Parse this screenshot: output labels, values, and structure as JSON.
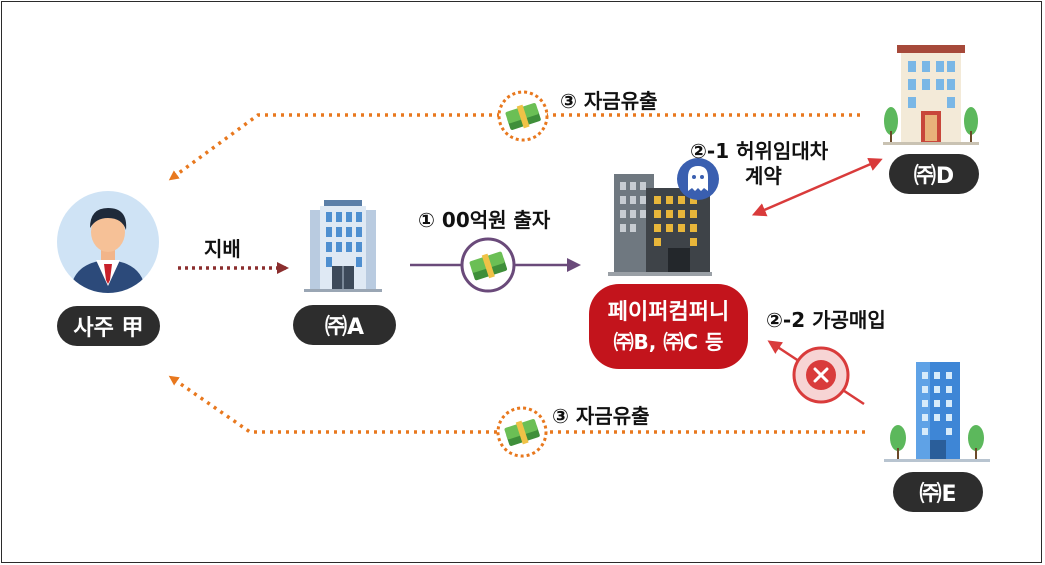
{
  "nodes": {
    "owner": {
      "label": "사주 甲"
    },
    "company_a": {
      "label": "㈜A"
    },
    "paper_company": {
      "line1": "페이퍼컴퍼니",
      "line2": "㈜B, ㈜C 등"
    },
    "company_d": {
      "label": "㈜D"
    },
    "company_e": {
      "label": "㈜E"
    }
  },
  "edges": {
    "control": {
      "label": "지배"
    },
    "investment": {
      "label": "① 00억원 출자"
    },
    "fake_lease": {
      "line1": "②-1 허위임대차",
      "line2": "계약"
    },
    "fake_purchase": {
      "label": "②-2 가공매입"
    },
    "outflow_top": {
      "label": "③ 자금유출"
    },
    "outflow_bottom": {
      "label": "③ 자금유출"
    }
  },
  "colors": {
    "pill_dark": "#2d2d2d",
    "paper_red": "#c3141c",
    "outflow_orange": "#e8781e",
    "control_maroon": "#8b2e2e",
    "investment_purple": "#6a4a7a",
    "lease_red": "#d93b3b"
  },
  "icons": {
    "owner": "businessman-avatar-icon",
    "company_a": "office-building-icon",
    "paper_company": "dark-office-building-icon",
    "ghost": "ghost-icon",
    "company_d": "apartment-building-icon",
    "company_e": "blue-tower-building-icon",
    "money": "money-bundle-icon",
    "cross": "no-entry-icon"
  }
}
